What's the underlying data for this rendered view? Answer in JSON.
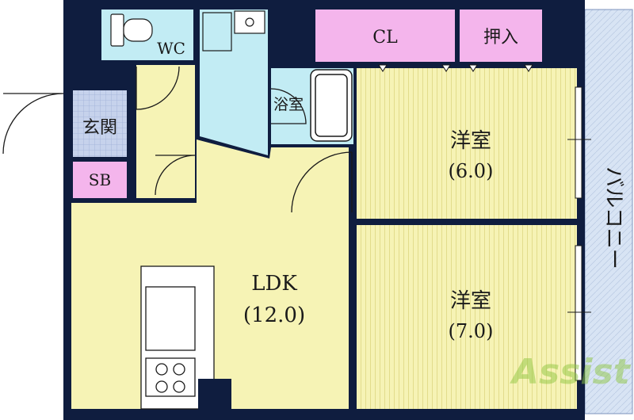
{
  "rooms": {
    "wc": "WC",
    "closet": "CL",
    "oshiire": "押入",
    "bathroom": "浴室",
    "entrance": "玄関",
    "shoe_box": "SB",
    "western1_name": "洋室",
    "western1_size": "(6.0)",
    "western2_name": "洋室",
    "western2_size": "(7.0)",
    "ldk_name": "LDK",
    "ldk_size": "(12.0)",
    "balcony": "バルコニー"
  },
  "watermark": "Assist",
  "colors": {
    "wall": "#0f1d3f",
    "floor_yellow": "#f6f3b5",
    "floor_cyan": "#c2ecf4",
    "floor_pink": "#f4b5ec",
    "entrance_blue": "#c6d2ec",
    "balcony": "#d8e4f4",
    "watermark_green": "#8ec63f"
  }
}
